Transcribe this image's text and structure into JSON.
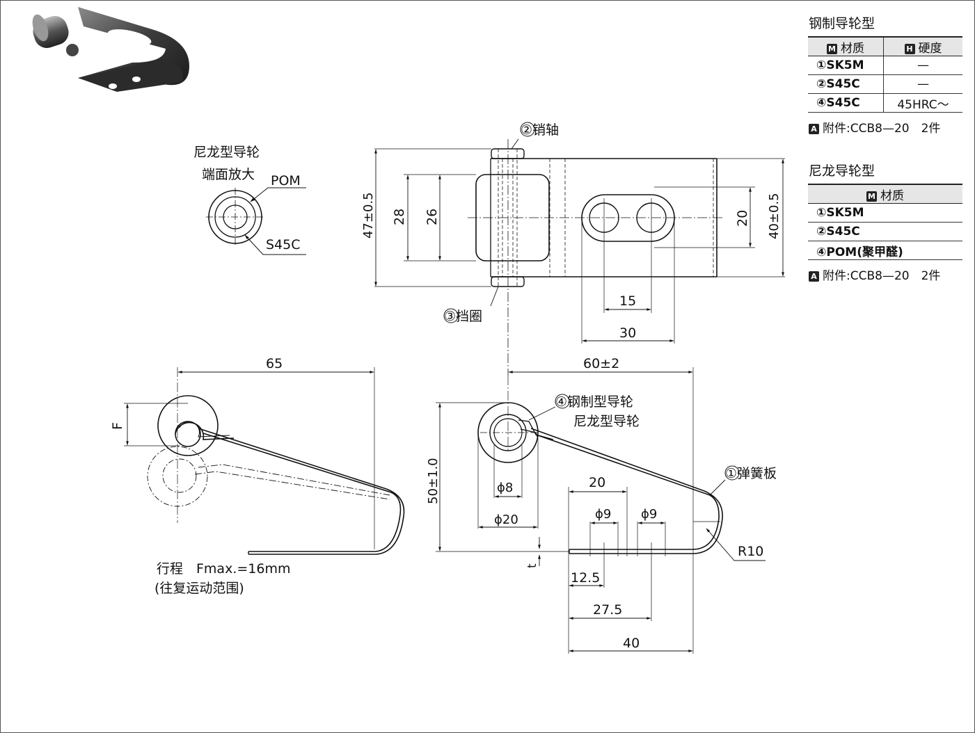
{
  "tables": {
    "steel": {
      "title": "钢制导轮型",
      "col_material": "材质",
      "col_material_icon": "M",
      "col_hardness": "硬度",
      "col_hardness_icon": "H",
      "rows": [
        {
          "material": "①SK5M",
          "hardness": "—"
        },
        {
          "material": "②S45C",
          "hardness": "—"
        },
        {
          "material": "④S45C",
          "hardness": "45HRC～"
        }
      ],
      "accessory_icon": "A",
      "accessory": "附件:CCB8—20　2件"
    },
    "nylon": {
      "title": "尼龙导轮型",
      "col_material": "材质",
      "col_material_icon": "M",
      "rows": [
        {
          "material": "①SK5M"
        },
        {
          "material": "②S45C"
        },
        {
          "material": "④POM(聚甲醛)"
        }
      ],
      "accessory_icon": "A",
      "accessory": "附件:CCB8—20　2件"
    }
  },
  "drawing": {
    "detail_title_1": "尼龙型导轮",
    "detail_title_2": "端面放大",
    "label_pom": "POM",
    "label_s45c": "S45C",
    "label_pin": "②销轴",
    "label_ring": "③挡圈",
    "label_roller_1": "④钢制型导轮",
    "label_roller_2": "尼龙型导轮",
    "label_spring": "①弹簧板",
    "dim_47": "47±0.5",
    "dim_28": "28",
    "dim_26": "26",
    "dim_20_top": "20",
    "dim_40_right": "40±0.5",
    "dim_15": "15",
    "dim_30": "30",
    "dim_65": "65",
    "dim_f": "F",
    "dim_60": "60±2",
    "dim_50": "50±1.0",
    "dim_phi8": "ϕ8",
    "dim_phi20": "ϕ20",
    "dim_20_mid": "20",
    "dim_phi9_a": "ϕ9",
    "dim_phi9_b": "ϕ9",
    "dim_t": "t",
    "dim_r10": "R10",
    "dim_12_5": "12.5",
    "dim_27_5": "27.5",
    "dim_40_bottom": "40",
    "stroke_1": "行程　Fmax.=16mm",
    "stroke_2": "(往复运动范围)"
  },
  "photo": {
    "subject": "spring-plate-roller-photo"
  }
}
